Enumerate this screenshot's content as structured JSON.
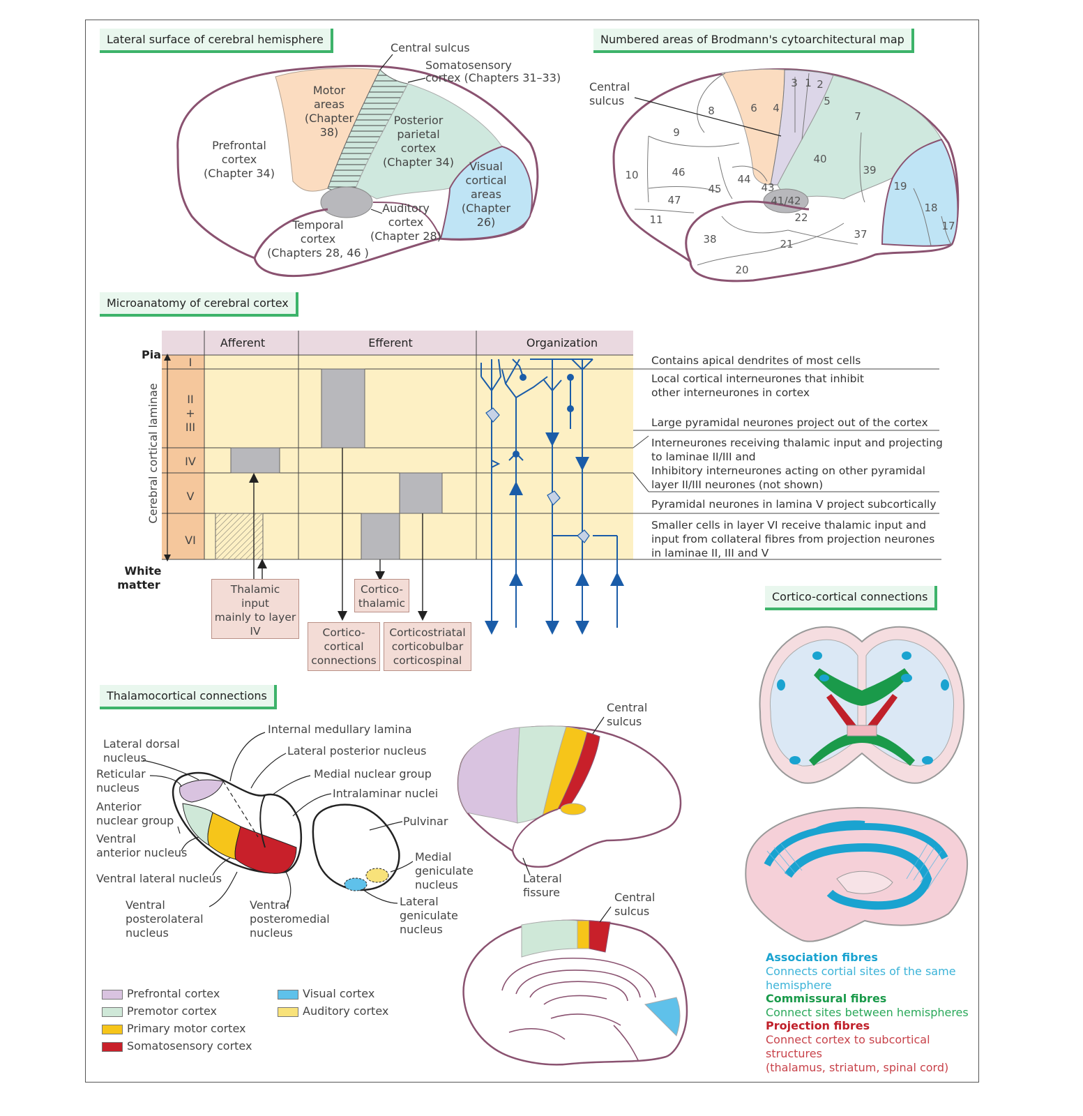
{
  "titles": {
    "lateral": "Lateral surface of cerebral hemisphere",
    "brodmann": "Numbered areas of Brodmann's cytoarchitectural map",
    "micro": "Microanatomy of cerebral cortex",
    "thalamo": "Thalamocortical connections",
    "cortico": "Cortico-cortical connections"
  },
  "lateral": {
    "central_sulcus": "Central sulcus",
    "soma1": "Somatosensory",
    "soma2": "cortex (Chapters 31–33)",
    "motor1": "Motor",
    "motor2": "areas",
    "motor3": "(Chapter",
    "motor4": "38)",
    "pref1": "Prefrontal",
    "pref2": "cortex",
    "pref3": "(Chapter 34)",
    "post1": "Posterior",
    "post2": "parietal",
    "post3": "cortex",
    "post4": "(Chapter 34)",
    "vis1": "Visual",
    "vis2": "cortical",
    "vis3": "areas",
    "vis4": "(Chapter",
    "vis5": "26)",
    "aud1": "Auditory",
    "aud2": "cortex",
    "aud3": "(Chapter 28)",
    "temp1": "Temporal",
    "temp2": "cortex",
    "temp3": "(Chapters 28, 46 )"
  },
  "brodmann": {
    "cs1": "Central",
    "cs2": "sulcus",
    "areas": [
      "3",
      "1",
      "2",
      "5",
      "8",
      "6",
      "4",
      "7",
      "9",
      "40",
      "10",
      "46",
      "44",
      "39",
      "19",
      "45",
      "43",
      "47",
      "41/42",
      "18",
      "11",
      "22",
      "17",
      "38",
      "37",
      "21",
      "20"
    ]
  },
  "micro": {
    "cols": [
      "Afferent",
      "Efferent",
      "Organization"
    ],
    "pia": "Pia",
    "white1": "White",
    "white2": "matter",
    "side": "Cerebral cortical laminae",
    "layers": [
      "I",
      "II",
      "+",
      "III",
      "IV",
      "V",
      "VI"
    ],
    "descs": [
      "Contains apical dendrites of most cells",
      "Local cortical interneurones that inhibit",
      "other interneurones in cortex",
      "Large pyramidal neurones project out of the cortex",
      "Interneurones receiving thalamic input and projecting",
      "to laminae II/III and",
      "Inhibitory interneurones acting on other pyramidal",
      "layer II/III neurones (not shown)",
      "Pyramidal neurones in lamina V project subcortically",
      "Smaller cells in layer VI receive thalamic input and",
      "input from collateral fibres from projection neurones",
      "in laminae II, III and V"
    ],
    "box_thal": [
      "Thalamic",
      "input",
      "mainly to layer",
      "IV"
    ],
    "box_ct": [
      "Cortico-",
      "thalamic"
    ],
    "box_cc": [
      "Cortico-",
      "cortical",
      "connections"
    ],
    "box_cs": [
      "Corticostriatal",
      "corticobulbar",
      "corticospinal"
    ]
  },
  "thalamo": {
    "ld1": "Lateral dorsal",
    "ld2": "nucleus",
    "ret1": "Reticular",
    "ret2": "nucleus",
    "ant1": "Anterior",
    "ant2": "nuclear group",
    "va1": "Ventral",
    "va2": "anterior nucleus",
    "vl": "Ventral lateral nucleus",
    "vpl1": "Ventral",
    "vpl2": "posterolateral",
    "vpl3": "nucleus",
    "vpm1": "Ventral",
    "vpm2": "posteromedial",
    "vpm3": "nucleus",
    "iml": "Internal medullary lamina",
    "lp": "Lateral posterior nucleus",
    "mng": "Medial nuclear group",
    "ili": "Intralaminar nuclei",
    "pul": "Pulvinar",
    "mg1": "Medial",
    "mg2": "geniculate",
    "mg3": "nucleus",
    "lg1": "Lateral",
    "lg2": "geniculate",
    "lg3": "nucleus",
    "cs1": "Central",
    "cs2": "sulcus",
    "lf1": "Lateral",
    "lf2": "fissure",
    "cs3": "Central",
    "cs4": "sulcus"
  },
  "legend": [
    {
      "label": "Prefrontal cortex",
      "color": "#d9c3e0"
    },
    {
      "label": "Premotor cortex",
      "color": "#cfe8d8"
    },
    {
      "label": "Primary motor cortex",
      "color": "#f6c51a"
    },
    {
      "label": "Somatosensory cortex",
      "color": "#c8202a"
    },
    {
      "label": "Visual cortex",
      "color": "#5fc1ea"
    },
    {
      "label": "Auditory cortex",
      "color": "#f8e27a"
    }
  ],
  "fibres": {
    "assoc_h": "Association fibres",
    "assoc_d1": "Connects cortial sites of the same",
    "assoc_d2": "hemisphere",
    "comm_h": "Commissural fibres",
    "comm_d": "Connect sites between hemispheres",
    "proj_h": "Projection fibres",
    "proj_d1": "Connect cortex to subcortical",
    "proj_d2": "structures",
    "proj_d3": "(thalamus, striatum, spinal cord)"
  },
  "colors": {
    "outline": "#8a5270",
    "motor": "#fbdcc0",
    "parietal": "#cfe8de",
    "visual": "#bfe4f5",
    "grey": "#b8b8bc",
    "neuron": "#1a5ca8",
    "laminae": "#fdf0c4",
    "header": "#ead9e0",
    "sidebar": "#f5c79c",
    "assoc": "#1aa3d0",
    "comm": "#1a9a4a",
    "proj": "#c0202a"
  }
}
